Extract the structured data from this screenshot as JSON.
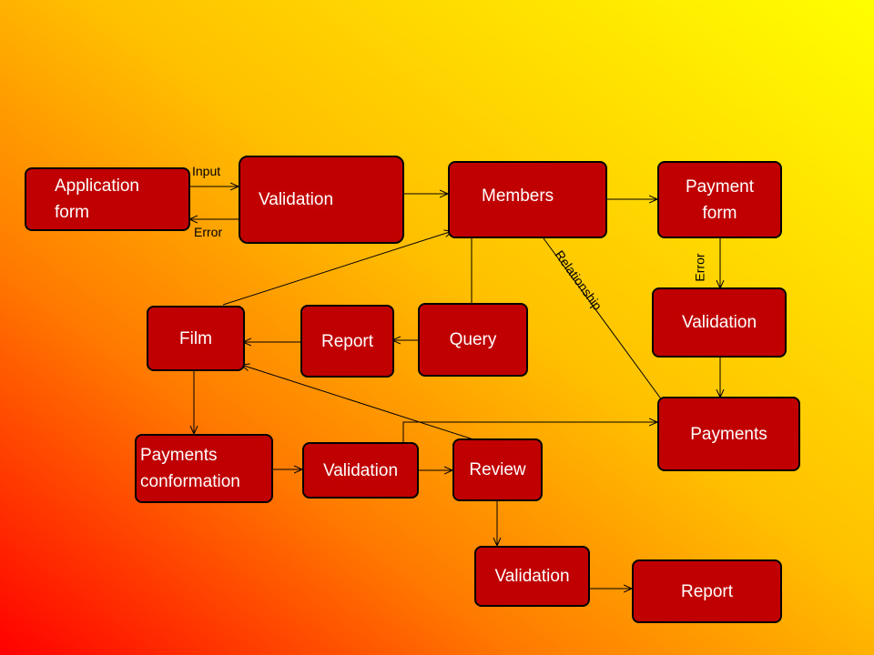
{
  "nodes": {
    "application_form": "Application\nform",
    "validation_1": "Validation",
    "members": "Members",
    "payment_form": "Payment\nform",
    "validation_2": "Validation",
    "payments": "Payments",
    "query": "Query",
    "report_1": "Report",
    "film": "Film",
    "payments_conformation": "Payments\nconformation",
    "validation_3": "Validation",
    "review": "Review",
    "validation_4": "Validation",
    "report_2": "Report"
  },
  "edge_labels": {
    "input": "Input",
    "error_1": "Error",
    "error_2": "Error",
    "relationship": "Relationship"
  },
  "colors": {
    "node_fill": "#c00000",
    "node_text": "#ffffff",
    "edge": "#000000"
  }
}
